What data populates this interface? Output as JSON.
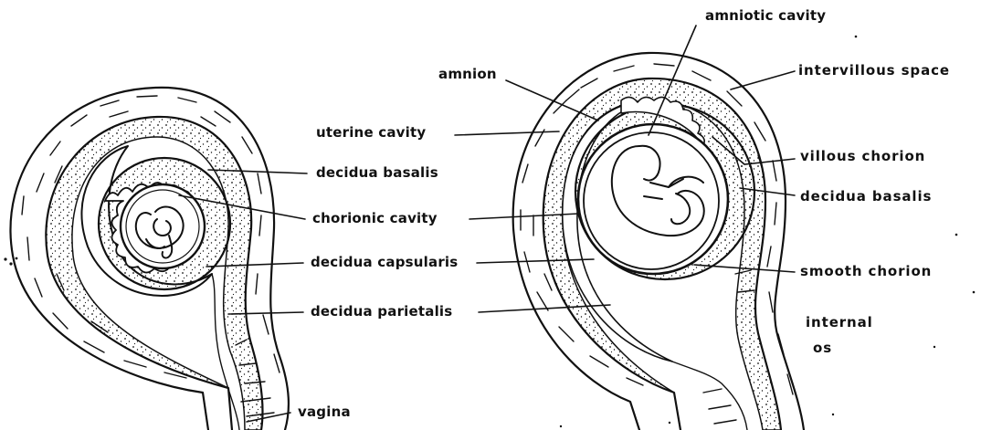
{
  "labels": {
    "amniotic_cavity": "amniotic cavity",
    "amnion": "amnion",
    "intervillous_space": "intervillous space",
    "uterine_cavity": "uterine cavity",
    "decidua_basalis_left": "decidua basalis",
    "villous_chorion": "villous chorion",
    "decidua_basalis_right": "decidua basalis",
    "chorionic_cavity": "chorionic cavity",
    "decidua_capsularis": "decidua capsularis",
    "smooth_chorion": "smooth chorion",
    "decidua_parietalis": "decidua parietalis",
    "internal_os_line1": "internal",
    "internal_os_line2": "os",
    "vagina": "vagina"
  },
  "colors": {
    "ink": "#111111",
    "paper": "#ffffff"
  }
}
